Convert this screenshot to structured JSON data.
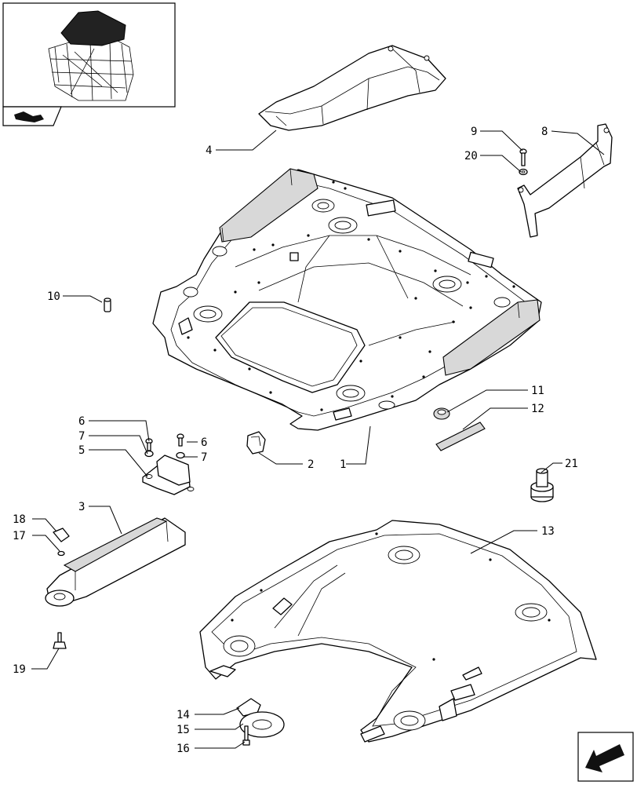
{
  "callouts": [
    {
      "id": "c1",
      "text": "1"
    },
    {
      "id": "c2",
      "text": "2"
    },
    {
      "id": "c3",
      "text": "3"
    },
    {
      "id": "c4",
      "text": "4"
    },
    {
      "id": "c5",
      "text": "5"
    },
    {
      "id": "c6a",
      "text": "6"
    },
    {
      "id": "c6b",
      "text": "6"
    },
    {
      "id": "c7a",
      "text": "7"
    },
    {
      "id": "c7b",
      "text": "7"
    },
    {
      "id": "c8",
      "text": "8"
    },
    {
      "id": "c9",
      "text": "9"
    },
    {
      "id": "c10",
      "text": "10"
    },
    {
      "id": "c11",
      "text": "11"
    },
    {
      "id": "c12",
      "text": "12"
    },
    {
      "id": "c13",
      "text": "13"
    },
    {
      "id": "c14",
      "text": "14"
    },
    {
      "id": "c15",
      "text": "15"
    },
    {
      "id": "c16",
      "text": "16"
    },
    {
      "id": "c17",
      "text": "17"
    },
    {
      "id": "c18",
      "text": "18"
    },
    {
      "id": "c19",
      "text": "19"
    },
    {
      "id": "c20",
      "text": "20"
    },
    {
      "id": "c21",
      "text": "21"
    }
  ],
  "icons": {
    "thumbnail": "tractor-cab-thumbnail-icon",
    "prev_page": "book-arrow-icon",
    "next_page": "next-page-arrow-icon"
  },
  "colors": {
    "line": "#000000",
    "background": "#ffffff",
    "fill_dark": "#222222"
  }
}
